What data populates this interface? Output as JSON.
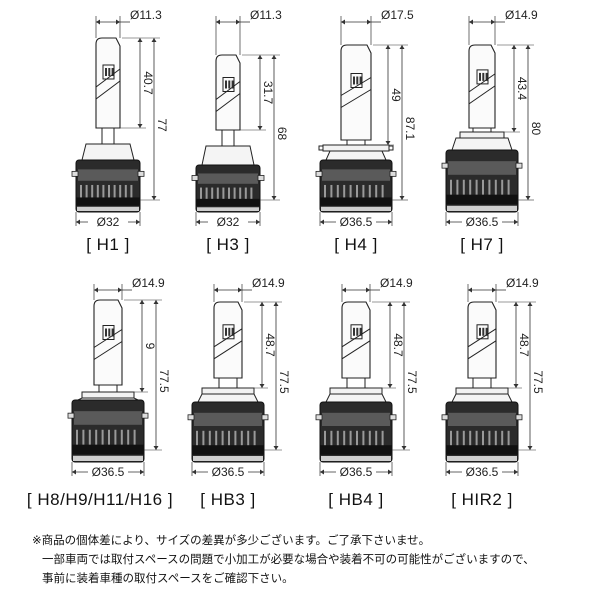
{
  "bulbs": [
    {
      "label": "[ H1 ]",
      "dia_top": "Ø11.3",
      "dim_mid": "40.7",
      "dim_total": "77",
      "dia_base": "Ø32",
      "style": "h1"
    },
    {
      "label": "[ H3 ]",
      "dia_top": "Ø11.3",
      "dim_mid": "31.7",
      "dim_total": "68",
      "dia_base": "Ø32",
      "style": "h3"
    },
    {
      "label": "[ H4 ]",
      "dia_top": "Ø17.5",
      "dim_mid": "49",
      "dim_total": "87.1",
      "dia_base": "Ø36.5",
      "style": "h4"
    },
    {
      "label": "[ H7 ]",
      "dia_top": "Ø14.9",
      "dim_mid": "43.4",
      "dim_total": "80",
      "dia_base": "Ø36.5",
      "style": "h7"
    },
    {
      "label": "[ H8/H9/H11/H16 ]",
      "dia_top": "Ø14.9",
      "dim_mid": "9",
      "dim_total": "77.5",
      "dia_base": "Ø36.5",
      "style": "h8"
    },
    {
      "label": "[ HB3 ]",
      "dia_top": "Ø14.9",
      "dim_mid": "48.7",
      "dim_total": "77.5",
      "dia_base": "Ø36.5",
      "style": "hb"
    },
    {
      "label": "[ HB4 ]",
      "dia_top": "Ø14.9",
      "dim_mid": "48.7",
      "dim_total": "77.5",
      "dia_base": "Ø36.5",
      "style": "hb"
    },
    {
      "label": "[ HIR2 ]",
      "dia_top": "Ø14.9",
      "dim_mid": "48.7",
      "dim_total": "77.5",
      "dia_base": "Ø36.5",
      "style": "hb"
    }
  ],
  "notes": [
    "※商品の個体差により、サイズの差異が多少ございます。ご了承下さいませ。",
    "一部車両では取付スペースの問題で小加工が必要な場合や装着不可の可能性がございますので、",
    "事前に装着車種の取付スペースをご確認下さい。"
  ]
}
